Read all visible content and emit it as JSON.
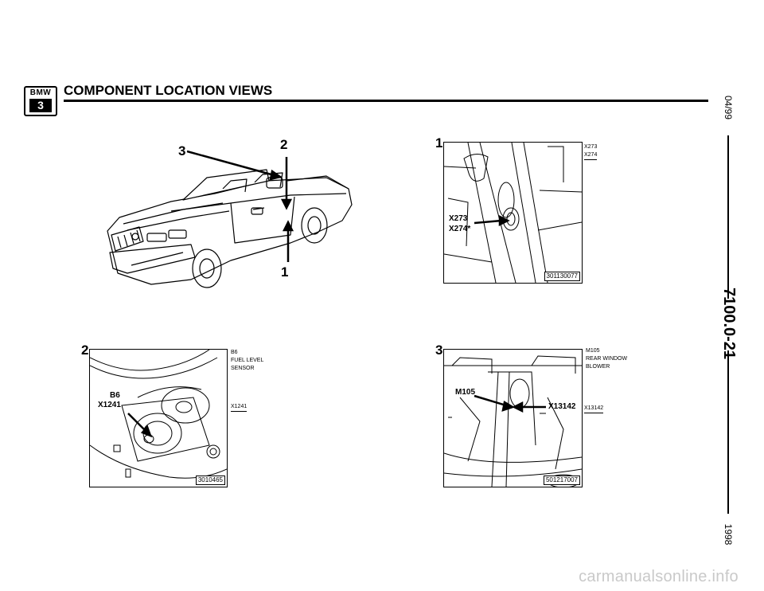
{
  "header": {
    "logo_brand": "BMW",
    "logo_model": "3",
    "title": "COMPONENT LOCATION VIEWS"
  },
  "margin": {
    "date": "04/99",
    "page_number": "7100.0-21",
    "year": "1998"
  },
  "overview": {
    "callouts": [
      "1",
      "2",
      "3"
    ]
  },
  "views": [
    {
      "number": "1",
      "callout_labels": [
        "X273",
        "X274*"
      ],
      "figure_id": "301130077",
      "side_labels": [
        "X273",
        "X274"
      ]
    },
    {
      "number": "2",
      "callout_labels": [
        "B6",
        "X1241"
      ],
      "figure_id": "3010465",
      "side_description": [
        "B6",
        "FUEL LEVEL",
        "SENSOR"
      ],
      "side_connector": "X1241"
    },
    {
      "number": "3",
      "callout_labels": [
        "M105",
        "X13142"
      ],
      "figure_id": "501217007",
      "side_description": [
        "M105",
        "REAR WINDOW",
        "BLOWER"
      ],
      "side_connector": "X13142"
    }
  ],
  "watermark": "carmanualsonline.info"
}
